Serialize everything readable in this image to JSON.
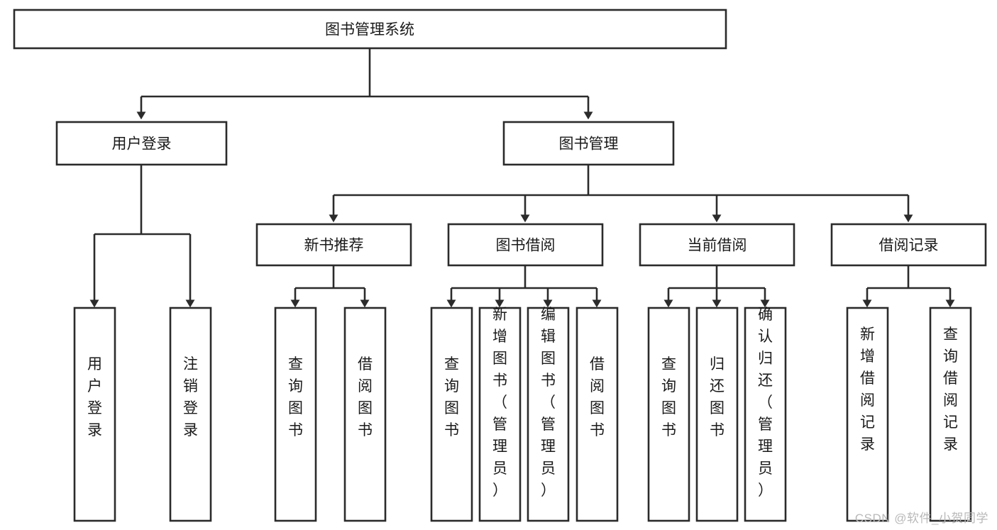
{
  "diagram": {
    "type": "tree",
    "title": "图书管理系统",
    "root": {
      "label": "图书管理系统"
    },
    "level2": [
      {
        "label": "用户登录"
      },
      {
        "label": "图书管理"
      }
    ],
    "level3": [
      {
        "label": "新书推荐"
      },
      {
        "label": "图书借阅"
      },
      {
        "label": "当前借阅"
      },
      {
        "label": "借阅记录"
      }
    ],
    "leaves": {
      "user_login": [
        {
          "label": "用户登录"
        },
        {
          "label": "注销登录"
        }
      ],
      "new_book_recommend": [
        {
          "label": "查询图书"
        },
        {
          "label": "借阅图书"
        }
      ],
      "book_borrow": [
        {
          "label": "查询图书"
        },
        {
          "label": "新增图书（管理员）"
        },
        {
          "label": "编辑图书（管理员）"
        },
        {
          "label": "借阅图书"
        }
      ],
      "current_borrow": [
        {
          "label": "查询图书"
        },
        {
          "label": "归还图书"
        },
        {
          "label": "确认归还（管理员）"
        }
      ],
      "borrow_record": [
        {
          "label": "新增借阅记录"
        },
        {
          "label": "查询借阅记录"
        }
      ]
    }
  },
  "watermark": {
    "text": "CSDN @软件_小贺同学"
  },
  "colors": {
    "box_stroke": "#2b2b2b",
    "box_fill": "#ffffff",
    "text": "#1a1a1a",
    "watermark": "#b9b9b9",
    "background": "#ffffff"
  }
}
